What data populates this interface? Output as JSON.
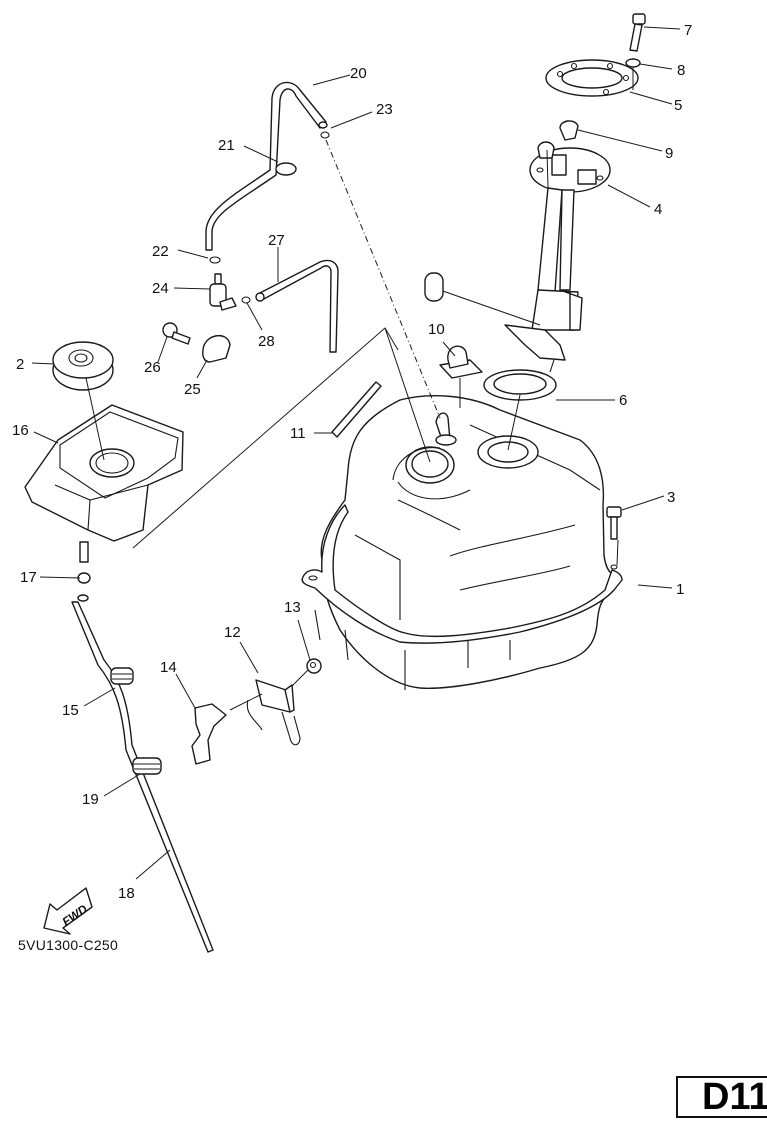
{
  "diagram": {
    "title": "Fuel Tank exploded parts diagram",
    "drawing_code": "5VU1300-C250",
    "page_label": "D11",
    "direction_indicator": "FWD",
    "callouts": [
      {
        "id": "1",
        "label": "1",
        "part": "fuel-tank"
      },
      {
        "id": "2",
        "label": "2",
        "part": "fuel-cap"
      },
      {
        "id": "3",
        "label": "3",
        "part": "tank-bolt"
      },
      {
        "id": "4",
        "label": "4",
        "part": "fuel-pump-assembly"
      },
      {
        "id": "5",
        "label": "5",
        "part": "pump-retainer-plate"
      },
      {
        "id": "6",
        "label": "6",
        "part": "pump-gasket-ring"
      },
      {
        "id": "7",
        "label": "7",
        "part": "bolt"
      },
      {
        "id": "8",
        "label": "8",
        "part": "washer"
      },
      {
        "id": "9",
        "label": "9",
        "part": "connector-cap"
      },
      {
        "id": "10",
        "label": "10",
        "part": "clamp-holder"
      },
      {
        "id": "11",
        "label": "11",
        "part": "damper-strip"
      },
      {
        "id": "12",
        "label": "12",
        "part": "bracket"
      },
      {
        "id": "13",
        "label": "13",
        "part": "nut"
      },
      {
        "id": "14",
        "label": "14",
        "part": "clip"
      },
      {
        "id": "15",
        "label": "15",
        "part": "hose-grommet"
      },
      {
        "id": "16",
        "label": "16",
        "part": "fuel-tray"
      },
      {
        "id": "17",
        "label": "17",
        "part": "drain-fitting"
      },
      {
        "id": "18",
        "label": "18",
        "part": "drain-hose"
      },
      {
        "id": "19",
        "label": "19",
        "part": "hose-grommet-lower"
      },
      {
        "id": "20",
        "label": "20",
        "part": "breather-hose"
      },
      {
        "id": "21",
        "label": "21",
        "part": "hose-grommet-upper"
      },
      {
        "id": "22",
        "label": "22",
        "part": "hose-clip"
      },
      {
        "id": "23",
        "label": "23",
        "part": "hose-clip"
      },
      {
        "id": "24",
        "label": "24",
        "part": "check-valve"
      },
      {
        "id": "25",
        "label": "25",
        "part": "hose-clamp"
      },
      {
        "id": "26",
        "label": "26",
        "part": "screw"
      },
      {
        "id": "27",
        "label": "27",
        "part": "vent-hose"
      },
      {
        "id": "28",
        "label": "28",
        "part": "hose-clip"
      }
    ]
  }
}
